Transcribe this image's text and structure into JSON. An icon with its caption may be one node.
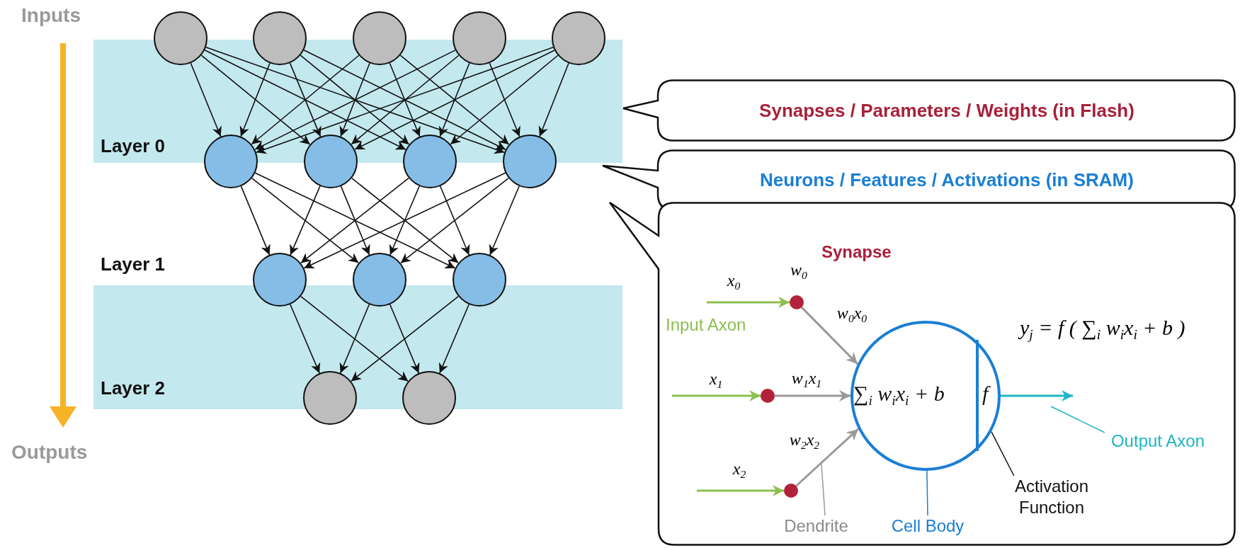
{
  "diagram": {
    "nodes": [
      {
        "text": [],
        "shape": "circle"
      },
      {
        "text": [],
        "shape": "circle"
      },
      {
        "text": [],
        "shape": "circle"
      },
      {
        "text": [],
        "shape": "circle"
      },
      {
        "text": [],
        "shape": "circle"
      },
      {
        "text": [],
        "shape": "circle"
      },
      {
        "text": [],
        "shape": "circle"
      },
      {
        "text": [],
        "shape": "circle"
      },
      {
        "text": [],
        "shape": "circle"
      },
      {
        "text": [],
        "shape": "circle"
      },
      {
        "text": [],
        "shape": "circle"
      },
      {
        "text": [],
        "shape": "circle"
      },
      {
        "text": [],
        "shape": "circle"
      },
      {
        "text": [],
        "shape": "circle"
      },
      {
        "text": [
          "Synapses / Parameters / Weights (in Flash)"
        ]
      },
      {
        "text": [
          "Neurons / Features / Activations (in SRAM)"
        ]
      },
      {
        "text": [],
        "shape": "box"
      },
      {
        "text": [],
        "shape": "circle",
        "in": 16,
        "beside": [
          "w$_{0}$"
        ]
      },
      {
        "text": [],
        "shape": "circle",
        "in": 16
      },
      {
        "text": [],
        "shape": "circle",
        "in": 16
      },
      {
        "text": [
          "∑$_{i}$ *w*$_{i}$*x*$_{i}$ + *b*",
          "f"
        ],
        "in": 16,
        "beside": [
          "*y*$_{j}$ = *f* ( ∑$_{i}$ *w*$_{i}$*x*$_{i}$ + *b* )"
        ]
      },
      {
        "text": [
          "Output Axon"
        ],
        "in": 16
      },
      {
        "text": [
          "Dendrite"
        ],
        "in": 16
      },
      {
        "text": [
          "Cell Body"
        ],
        "in": 16
      },
      {
        "text": [
          "Activation Function"
        ],
        "in": 16
      }
    ],
    "edges": [
      {
        "from": 0,
        "to": 5,
        "arrow": "to"
      },
      {
        "from": 0,
        "to": 6,
        "arrow": "to"
      },
      {
        "from": 0,
        "to": 7,
        "arrow": "to"
      },
      {
        "from": 0,
        "to": 8,
        "arrow": "to"
      },
      {
        "from": 1,
        "to": 5,
        "arrow": "to"
      },
      {
        "from": 1,
        "to": 6,
        "arrow": "to"
      },
      {
        "from": 1,
        "to": 7,
        "arrow": "to"
      },
      {
        "from": 1,
        "to": 8,
        "arrow": "to"
      },
      {
        "from": 2,
        "to": 5,
        "arrow": "to"
      },
      {
        "from": 2,
        "to": 6,
        "arrow": "to"
      },
      {
        "from": 2,
        "to": 7,
        "arrow": "to"
      },
      {
        "from": 2,
        "to": 8,
        "arrow": "to"
      },
      {
        "from": 3,
        "to": 5,
        "arrow": "to"
      },
      {
        "from": 3,
        "to": 6,
        "arrow": "to"
      },
      {
        "from": 3,
        "to": 7,
        "arrow": "to"
      },
      {
        "from": 3,
        "to": 8,
        "arrow": "to"
      },
      {
        "from": 4,
        "to": 5,
        "arrow": "to"
      },
      {
        "from": 4,
        "to": 6,
        "arrow": "to"
      },
      {
        "from": 4,
        "to": 7,
        "arrow": "to"
      },
      {
        "from": 4,
        "to": 8,
        "arrow": "to"
      },
      {
        "from": 5,
        "to": 9,
        "arrow": "to"
      },
      {
        "from": 5,
        "to": 10,
        "arrow": "to"
      },
      {
        "from": 5,
        "to": 11,
        "arrow": "to"
      },
      {
        "from": 6,
        "to": 9,
        "arrow": "to"
      },
      {
        "from": 6,
        "to": 10,
        "arrow": "to"
      },
      {
        "from": 6,
        "to": 11,
        "arrow": "to"
      },
      {
        "from": 7,
        "to": 9,
        "arrow": "to"
      },
      {
        "from": 7,
        "to": 10,
        "arrow": "to"
      },
      {
        "from": 7,
        "to": 11,
        "arrow": "to"
      },
      {
        "from": 8,
        "to": 9,
        "arrow": "to"
      },
      {
        "from": 8,
        "to": 10,
        "arrow": "to"
      },
      {
        "from": 8,
        "to": 11,
        "arrow": "to"
      },
      {
        "from": 9,
        "to": 12,
        "arrow": "to"
      },
      {
        "from": 9,
        "to": 13,
        "arrow": "to"
      },
      {
        "from": 10,
        "to": 12,
        "arrow": "to"
      },
      {
        "from": 10,
        "to": 13,
        "arrow": "to"
      },
      {
        "from": 11,
        "to": 12,
        "arrow": "to"
      },
      {
        "from": 11,
        "to": 13,
        "arrow": "to"
      },
      {
        "from": null,
        "to": 17,
        "arrow": "to",
        "label": "x$_{0}$",
        "color": "#8cbf4f"
      },
      {
        "from": null,
        "to": 18,
        "arrow": "to",
        "label": "x$_{1}$",
        "color": "#8cbf4f"
      },
      {
        "from": null,
        "to": 19,
        "arrow": "to",
        "label": "x$_{2}$",
        "color": "#8cbf4f"
      },
      {
        "from": 17,
        "to": 20,
        "arrow": "to",
        "label": "w$_{0}$x$_{0}$",
        "color": "#999999"
      },
      {
        "from": 18,
        "to": 20,
        "arrow": "to",
        "label": "w$_{1}$x$_{1}$",
        "color": "#999999"
      },
      {
        "from": 19,
        "to": 20,
        "arrow": "to",
        "label": "w$_{2}$x$_{2}$",
        "color": "#999999"
      },
      {
        "from": 20,
        "to": null,
        "arrow": "to",
        "color": "#1fb5c4"
      },
      {
        "from": 21,
        "to": null,
        "arrow": "none",
        "color": "#1fb5c4"
      },
      {
        "from": 22,
        "to": null,
        "arrow": "none",
        "color": "#999999"
      },
      {
        "from": 23,
        "to": 20,
        "arrow": "none",
        "color": "#1a7fd4"
      },
      {
        "from": 24,
        "to": 20,
        "arrow": "none"
      }
    ],
    "labels": [
      "Inputs",
      "Layer 0",
      "Layer 1",
      "Layer 2",
      "Outputs",
      "Synapse",
      "Input Axon"
    ]
  }
}
